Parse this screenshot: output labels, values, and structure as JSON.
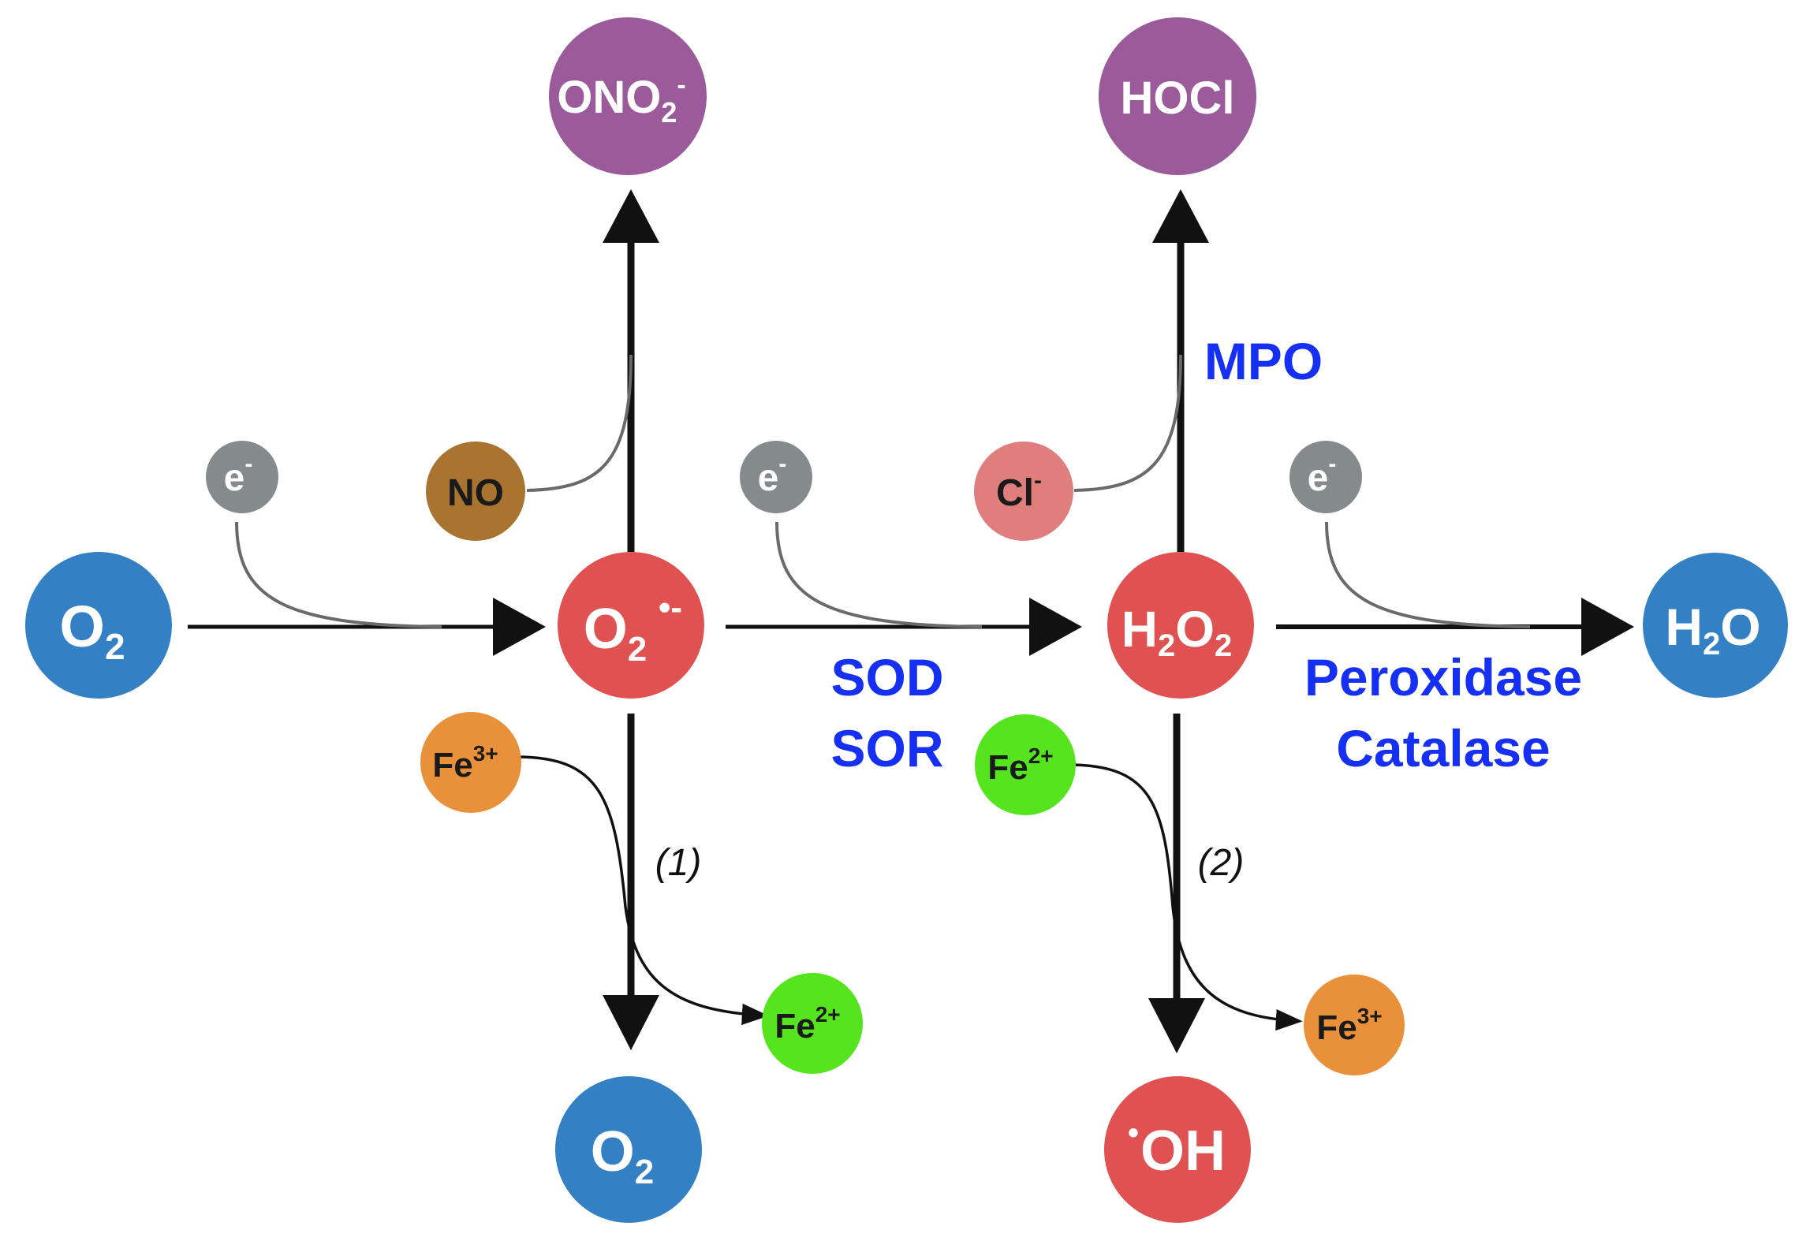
{
  "colors": {
    "oxygen_blue": "#3380c4",
    "radical_red": "#e05252",
    "product_purple": "#9b5b9a",
    "electron_gray": "#858a8c",
    "nitric_brown": "#a87430",
    "chloride_pink": "#e07d7d",
    "ferric_orange": "#e8913a",
    "ferrous_green": "#55e41e",
    "enzyme_blue": "#1530f2",
    "arrow_black": "#111111"
  },
  "species": {
    "o2_start": {
      "text": "O",
      "sub": "2",
      "icon": "molecule-circle"
    },
    "superoxide": {
      "text": "O",
      "sub": "2",
      "sup": "•-",
      "icon": "molecule-circle"
    },
    "peroxide": {
      "parts": [
        "H",
        "2",
        "O",
        "2"
      ],
      "icon": "molecule-circle"
    },
    "water": {
      "parts": [
        "H",
        "2",
        "O"
      ],
      "icon": "molecule-circle"
    },
    "peroxynitrite": {
      "text": "ONO",
      "sub": "2",
      "sup": "-",
      "icon": "molecule-circle"
    },
    "hypochlorous": {
      "text": "HOCl",
      "icon": "molecule-circle"
    },
    "o2_product": {
      "text": "O",
      "sub": "2",
      "icon": "molecule-circle"
    },
    "hydroxyl": {
      "dot": "•",
      "text": "OH",
      "icon": "molecule-circle"
    },
    "electron1": {
      "text": "e",
      "sup": "-"
    },
    "electron2": {
      "text": "e",
      "sup": "-"
    },
    "electron3": {
      "text": "e",
      "sup": "-"
    },
    "no": {
      "text": "NO"
    },
    "chloride": {
      "text": "Cl",
      "sup": "-"
    },
    "fe3_left": {
      "text": "Fe",
      "sup": "3+"
    },
    "fe2_left_product": {
      "text": "Fe",
      "sup": "2+"
    },
    "fe2_right": {
      "text": "Fe",
      "sup": "2+"
    },
    "fe3_right_product": {
      "text": "Fe",
      "sup": "3+"
    }
  },
  "enzymes": {
    "sod": "SOD",
    "sor": "SOR",
    "mpo": "MPO",
    "peroxidase": "Peroxidase",
    "catalase": "Catalase"
  },
  "steps": {
    "step1": "(1)",
    "step2": "(2)"
  }
}
